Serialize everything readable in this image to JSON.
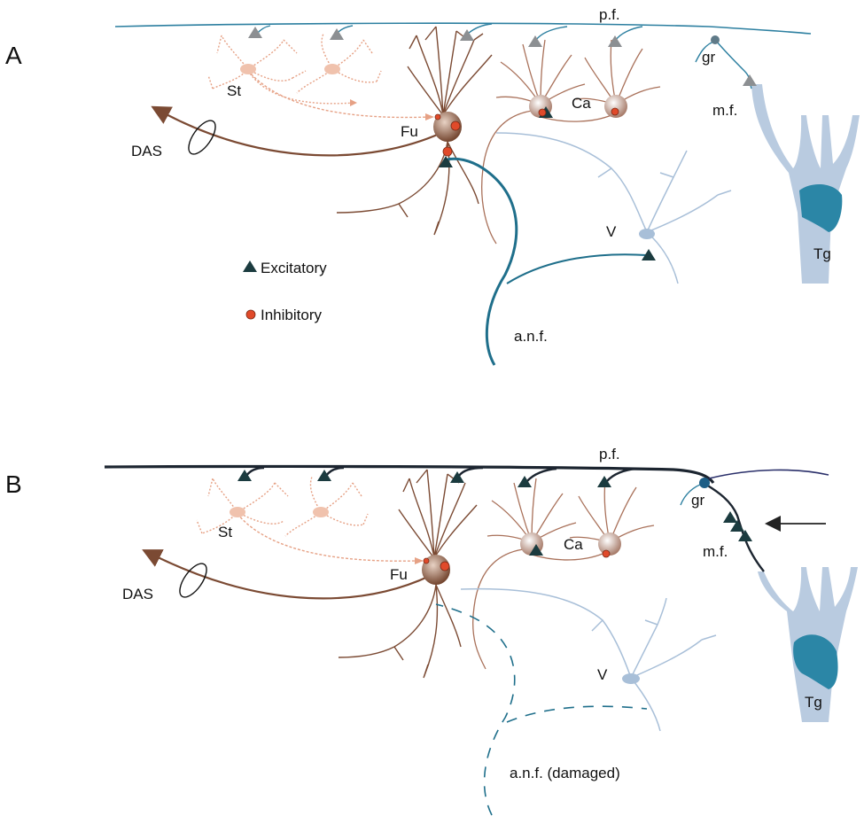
{
  "panel_a": {
    "letter": "A",
    "labels": {
      "pf": "p.f.",
      "gr": "gr",
      "mf": "m.f.",
      "st": "St",
      "fu": "Fu",
      "ca": "Ca",
      "das": "DAS",
      "v": "V",
      "anf": "a.n.f.",
      "tg": "Tg"
    },
    "legend": {
      "excitatory": "Excitatory",
      "inhibitory": "Inhibitory"
    }
  },
  "panel_b": {
    "letter": "B",
    "labels": {
      "pf": "p.f.",
      "gr": "gr",
      "mf": "m.f.",
      "st": "St",
      "fu": "Fu",
      "ca": "Ca",
      "das": "DAS",
      "v": "V",
      "anf": "a.n.f. (damaged)",
      "tg": "Tg"
    }
  },
  "colors": {
    "fusiform": "#7b4a33",
    "stellate": "#d98a68",
    "cartwheel": "#a9715a",
    "vertical": "#a8bfd8",
    "anf": "#1f6f8b",
    "parallel_fiber_a": "#2c7fa0",
    "parallel_fiber_b": "#1c2530",
    "excitatory": "#1b3b3f",
    "excitatory_weak": "#8c8f92",
    "inhibitory": "#e04a2a",
    "tg_light": "#b9cbe0",
    "tg_dark": "#2b86a6"
  }
}
